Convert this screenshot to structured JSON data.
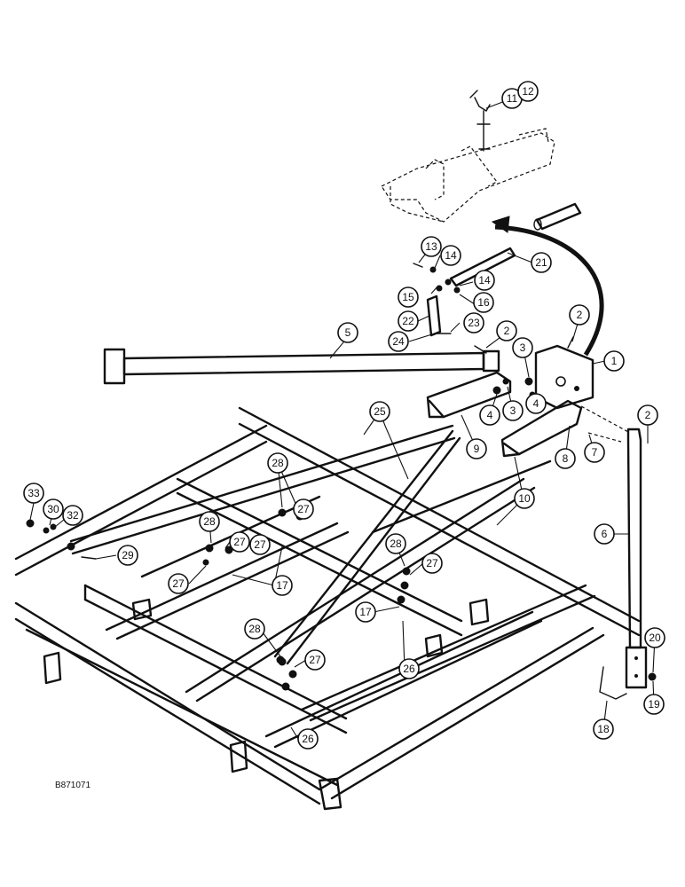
{
  "figure_id": "B871071",
  "callouts": {
    "c1": "1",
    "c2a": "2",
    "c2b": "2",
    "c2c": "2",
    "c3a": "3",
    "c3b": "3",
    "c4a": "4",
    "c4b": "4",
    "c5": "5",
    "c6": "6",
    "c7": "7",
    "c8": "8",
    "c9": "9",
    "c10": "10",
    "c11": "11",
    "c12": "12",
    "c13": "13",
    "c14a": "14",
    "c14b": "14",
    "c15": "15",
    "c16": "16",
    "c17a": "17",
    "c17b": "17",
    "c18": "18",
    "c19": "19",
    "c20": "20",
    "c21": "21",
    "c22": "22",
    "c23": "23",
    "c24": "24",
    "c25": "25",
    "c26a": "26",
    "c26b": "26",
    "c27a": "27",
    "c27b": "27",
    "c27c": "27",
    "c27d": "27",
    "c27e": "27",
    "c28a": "28",
    "c28b": "28",
    "c28c": "28",
    "c28d": "28",
    "c29": "29",
    "c30": "30",
    "c32": "32",
    "c33": "33"
  }
}
